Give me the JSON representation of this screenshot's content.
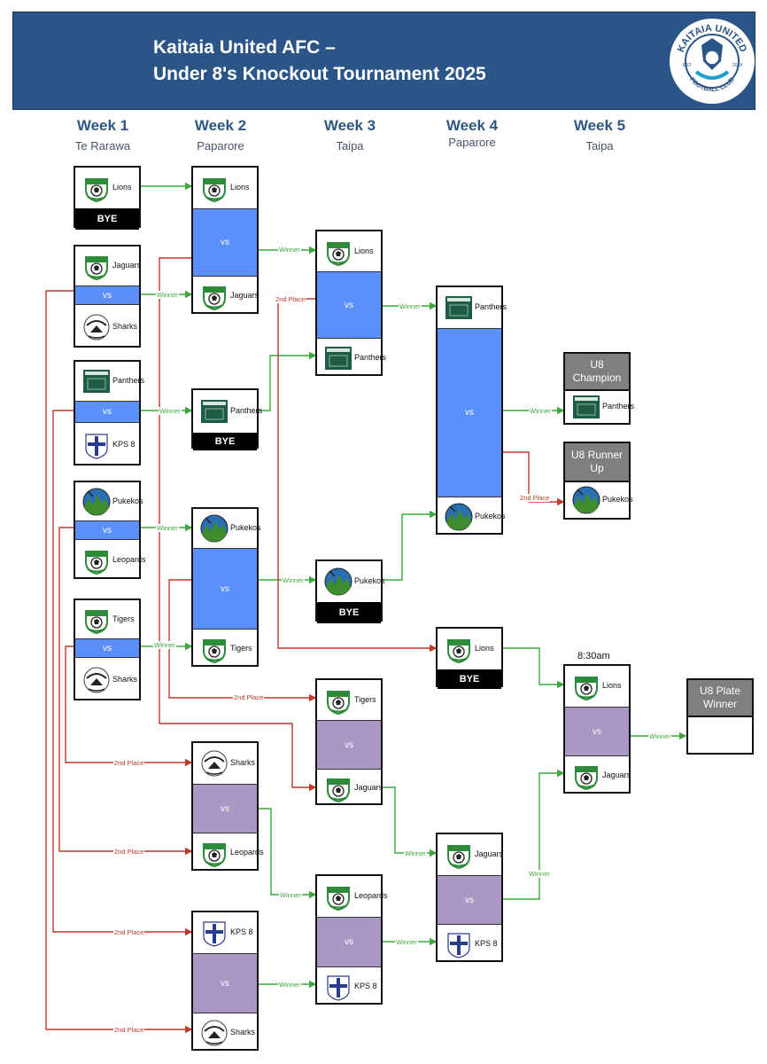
{
  "header": {
    "title_line1": "Kaitaia United AFC –",
    "title_line2": "Under 8's Knockout Tournament 2025",
    "logo": {
      "top": "KAITAIA UNITED",
      "bottom": "FOOTBALL CLUB",
      "est": "EST",
      "year": "2018"
    }
  },
  "weeks": [
    {
      "name": "Week 1",
      "venue": "Te Rarawa"
    },
    {
      "name": "Week 2",
      "venue": "Paparore"
    },
    {
      "name": "Week 3",
      "venue": "Taipa"
    },
    {
      "name": "Week 4",
      "venue": "Paparore"
    },
    {
      "name": "Week 5",
      "venue": "Taipa"
    }
  ],
  "labels": {
    "vs": "vs",
    "bye": "BYE",
    "winner": "Winner",
    "second": "2nd Place",
    "time": "8:30am"
  },
  "finals": {
    "champion": "U8 Champion",
    "runner_up": "U8 Runner Up",
    "plate": "U8 Plate Winner"
  },
  "teams": {
    "w1_lions": "Lions",
    "w1_jaguars": "Jaguars",
    "w1_sharks": "Sharks",
    "w1_panthers": "Panthers",
    "w1_kps": "KPS 8",
    "w1_pukekos": "Pukekos",
    "w1_leopards": "Leopards",
    "w1_tigers": "Tigers",
    "w1_sharks2": "Sharks",
    "w2_lions": "Lions",
    "w2_jaguars": "Jaguars",
    "w2_panthers": "Panthers",
    "w2_pukekos": "Pukekos",
    "w2_tigers": "Tigers",
    "w2_sharks": "Sharks",
    "w2_leopards": "Leopards",
    "w2_kps": "KPS 8",
    "w2_sharks2": "Sharks",
    "w3_lions": "Lions",
    "w3_panthers": "Panthers",
    "w3_pukekos": "Pukekos",
    "w3_tigers": "Tigers",
    "w3_jaguars": "Jaguars",
    "w3_leopards": "Leopards",
    "w3_kps": "KPS 8",
    "w4_panthers": "Panthers",
    "w4_pukekos": "Pukekos",
    "w4_lions": "Lions",
    "w4_jaguars": "Jaguars",
    "w4_kps": "KPS 8",
    "w5_panthers": "Panthers",
    "w5_pukekos": "Pukekos",
    "w5_lions": "Lions",
    "w5_jaguars": "Jaguars"
  },
  "colors": {
    "banner": "#2b5487",
    "vs_blue": "#5b8ff9",
    "vs_purple": "#a898c3",
    "winner_line": "#3aa83a",
    "second_line": "#c0392b",
    "header_grey": "#7f7f7f"
  }
}
